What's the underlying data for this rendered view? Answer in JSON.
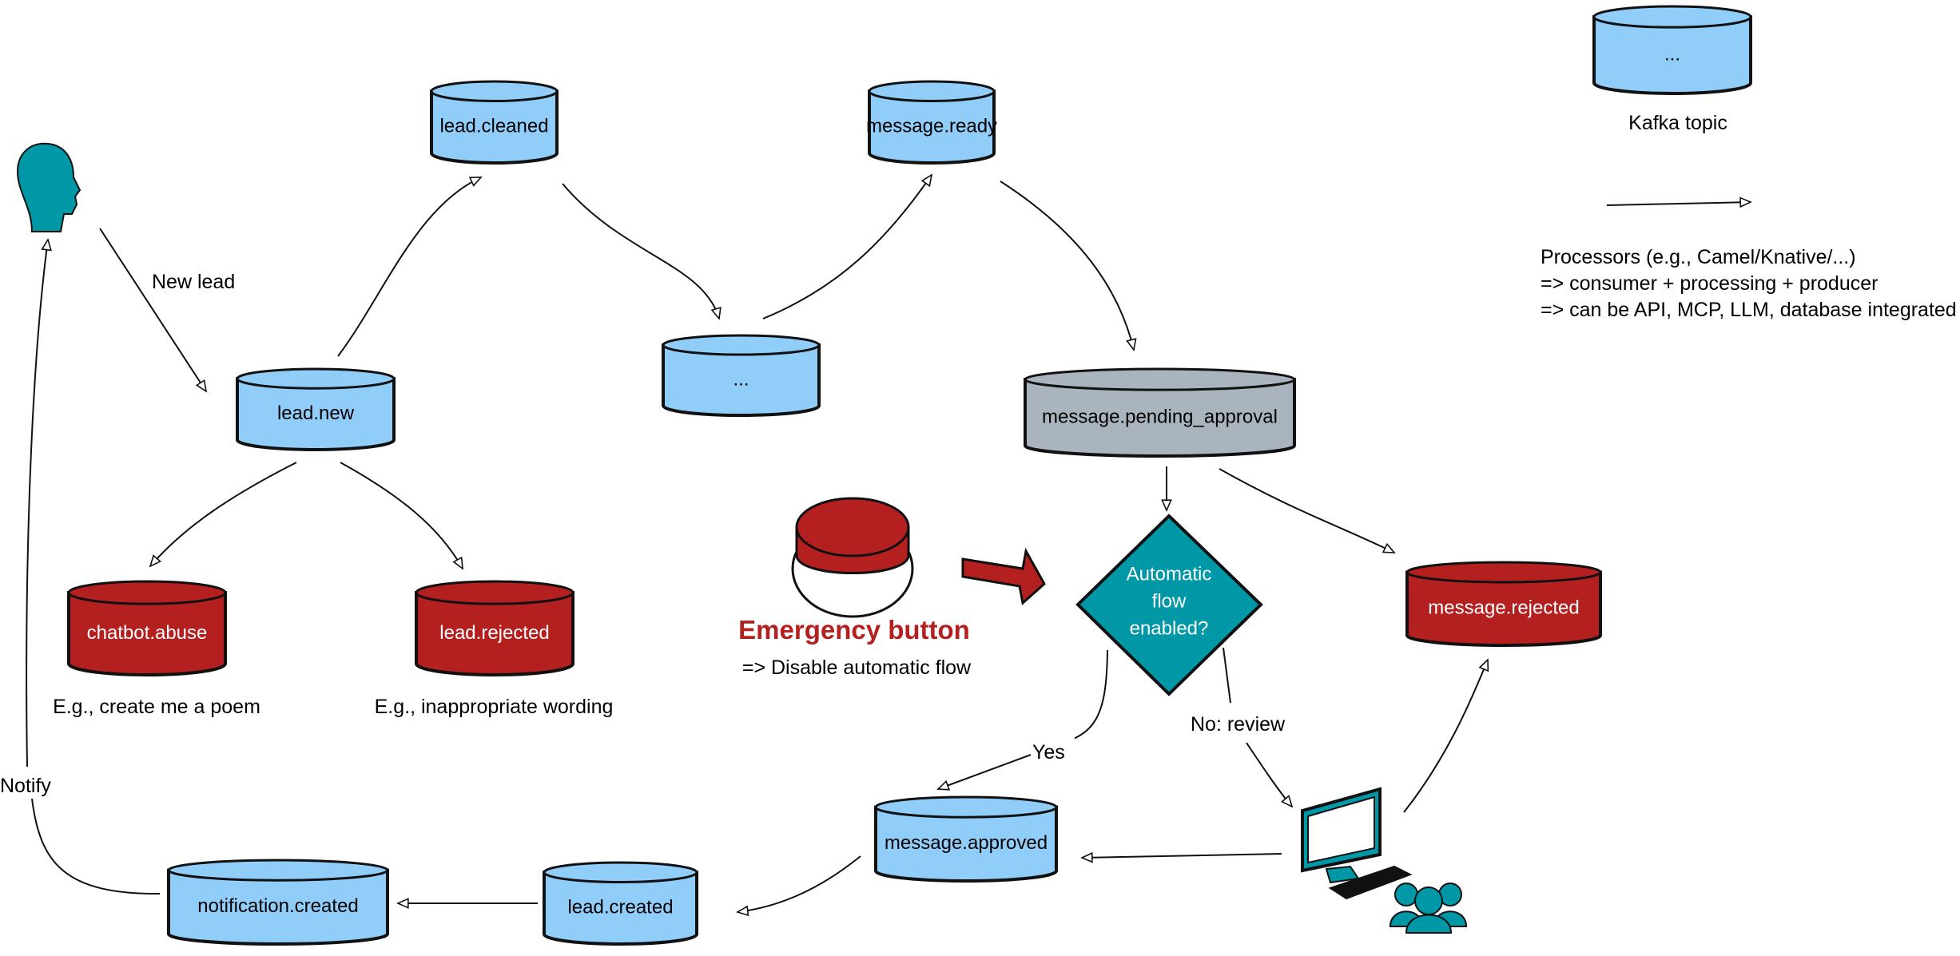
{
  "topics": {
    "lead_cleaned": "lead.cleaned",
    "message_ready": "message.ready",
    "ellipsis": "...",
    "lead_new": "lead.new",
    "message_pending_approval": "message.pending_approval",
    "chatbot_abuse": "chatbot.abuse",
    "lead_rejected": "lead.rejected",
    "message_rejected": "message.rejected",
    "message_approved": "message.approved",
    "lead_created": "lead.created",
    "notification_created": "notification.created"
  },
  "decision": {
    "line1": "Automatic",
    "line2": "flow",
    "line3": "enabled?"
  },
  "labels": {
    "new_lead": "New lead",
    "notify": "Notify",
    "yes": "Yes",
    "no_review": "No: review",
    "chatbot_example": "E.g., create me a poem",
    "rejected_example": "E.g., inappropriate wording"
  },
  "emergency": {
    "title": "Emergency button",
    "subtitle": "=> Disable automatic flow"
  },
  "legend": {
    "topic_sample": "...",
    "topic_caption": "Kafka topic",
    "processor_line1": "Processors (e.g., Camel/Knative/...)",
    "processor_line2": "=> consumer + processing + producer",
    "processor_line3": "=> can be API, MCP, LLM, database integrated"
  },
  "colors": {
    "topic_blue": "#90cdf9",
    "rejected_red": "#b41f1f",
    "pending_gray": "#aab4bf",
    "teal": "#0097a7",
    "emergency_text": "#b41f1f"
  }
}
